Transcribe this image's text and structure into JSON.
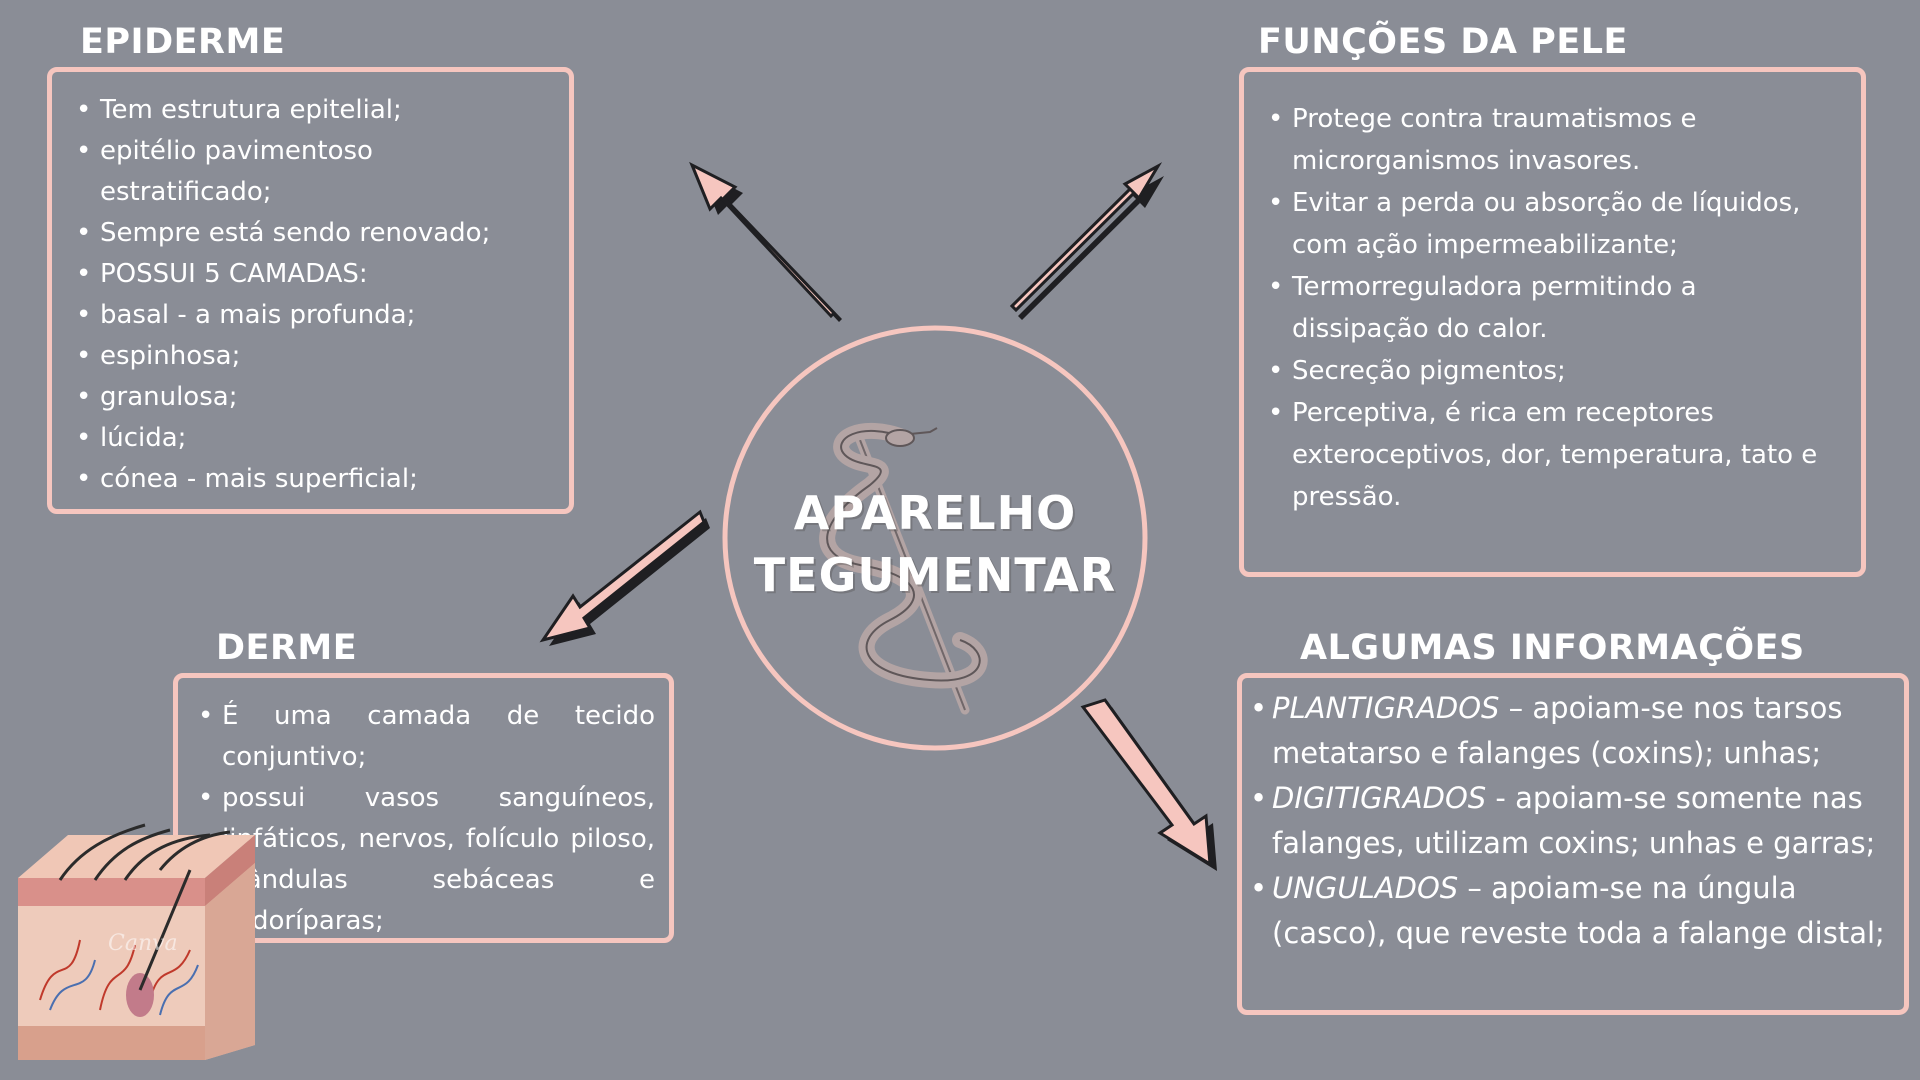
{
  "colors": {
    "background": "#8a8d96",
    "accent": "#f6c6bf",
    "arrow_shadow": "#1f1f22",
    "text": "#ffffff"
  },
  "center": {
    "line1": "APARELHO",
    "line2": "TEGUMENTAR",
    "icon": "caduceus-snake-staff-icon"
  },
  "epiderme": {
    "title": "EPIDERME",
    "items": [
      "Tem estrutura epitelial;",
      "epitélio pavimentoso estratificado;",
      "Sempre está sendo renovado;",
      "POSSUI 5 CAMADAS:",
      "basal - a mais profunda;",
      "espinhosa;",
      "granulosa;",
      "lúcida;",
      "cónea - mais superficial;"
    ]
  },
  "funcoes": {
    "title": "FUNÇÕES DA PELE",
    "items": [
      "Protege contra traumatismos e microrganismos invasores.",
      "Evitar a perda ou absorção de líquidos, com ação impermeabilizante;",
      "Termorreguladora permitindo a dissipação do calor.",
      "Secreção pigmentos;",
      "Perceptiva, é rica em receptores exteroceptivos, dor, temperatura, tato e pressão."
    ]
  },
  "derme": {
    "title": "DERME",
    "items": [
      " É uma camada de tecido conjuntivo;",
      "possui vasos sanguíneos, linfáticos, nervos, folículo piloso, glândulas sebáceas e sudoríparas;"
    ],
    "illustration": "skin-cross-section-icon",
    "watermark": "Canva"
  },
  "algumas": {
    "title": "ALGUMAS INFORMAÇÕES",
    "items": [
      {
        "term": "PLANTIGRADOS",
        "text": " – apoiam-se nos tarsos metatarso e falanges (coxins); unhas;"
      },
      {
        "term": "DIGITIGRADOS",
        "text": " - apoiam-se somente nas falanges, utilizam coxins; unhas e garras;"
      },
      {
        "term": "UNGULADOS",
        "text": " – apoiam-se na úngula (casco), que reveste toda a falange distal;"
      }
    ]
  },
  "arrows": [
    {
      "name": "arrow-to-epiderme",
      "direction": "up-left"
    },
    {
      "name": "arrow-to-funcoes",
      "direction": "up-right"
    },
    {
      "name": "arrow-to-derme",
      "direction": "down-left"
    },
    {
      "name": "arrow-to-algumas",
      "direction": "down-right"
    }
  ]
}
